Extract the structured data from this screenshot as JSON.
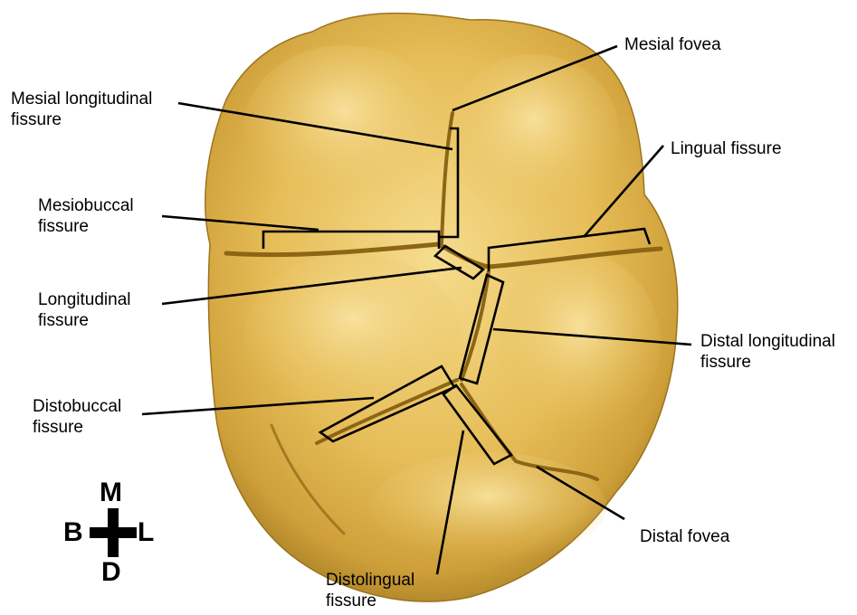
{
  "labels": {
    "mesial_fovea": "Mesial fovea",
    "mesial_longitudinal": [
      "Mesial longitudinal",
      "fissure"
    ],
    "lingual_fissure": "Lingual fissure",
    "mesiobuccal": [
      "Mesiobuccal",
      "fissure"
    ],
    "longitudinal": [
      "Longitudinal",
      "fissure"
    ],
    "distal_longitudinal": [
      "Distal longitudinal",
      "fissure"
    ],
    "distobuccal": [
      "Distobuccal",
      "fissure"
    ],
    "distal_fovea": "Distal fovea",
    "distolingual": [
      "Distolingual",
      "fissure"
    ]
  },
  "compass": {
    "north": "M",
    "south": "D",
    "west": "B",
    "east": "L"
  },
  "colors": {
    "enamel": "#e8c05a",
    "enamel_light": "#f5dc8c",
    "enamel_dark": "#a57f22",
    "line": "#000000"
  }
}
